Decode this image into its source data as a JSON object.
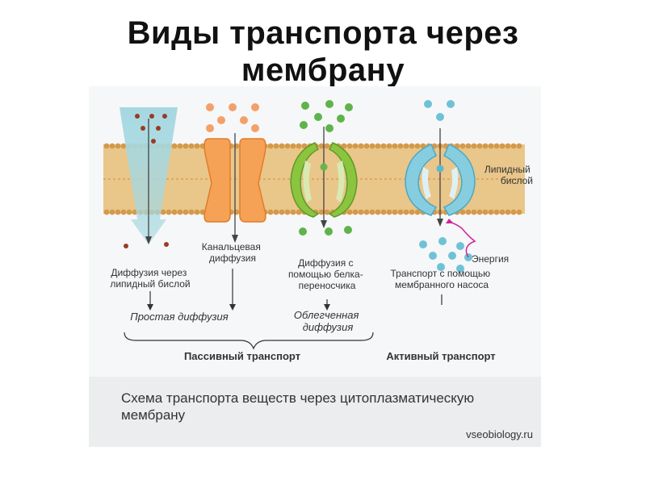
{
  "slide": {
    "title_line1": "Виды транспорта через",
    "title_line2": "мембрану"
  },
  "diagram": {
    "labels": {
      "lipid_bilayer": [
        "Липидный",
        "бислой"
      ],
      "channel_diffusion": [
        "Канальцевая",
        "диффузия"
      ],
      "lipid_diffusion": [
        "Диффузия через",
        "липидный бислой"
      ],
      "carrier_diffusion": [
        "Диффузия с",
        "помощью белка-",
        "переносчика"
      ],
      "pump_transport": [
        "Транспорт с помощью",
        "мембранного насоса"
      ],
      "energy": "Энергия",
      "simple_diffusion": "Простая диффузия",
      "facilitated_diffusion": [
        "Облегченная",
        "диффузия"
      ],
      "passive_transport": "Пассивный транспорт",
      "active_transport": "Активный транспорт"
    },
    "colors": {
      "membrane": "#e9c68a",
      "membrane_edge": "#d39a4c",
      "channel_protein": "#f5a156",
      "carrier_protein": "#8bc43f",
      "pump_protein": "#86cde0",
      "diffusion_arrow": "#9fd3dc",
      "energy_arrow": "#d0259a"
    }
  },
  "caption": {
    "text": "Схема транспорта веществ через цитоплазматическую мембрану",
    "source": "vseobiology.ru"
  }
}
